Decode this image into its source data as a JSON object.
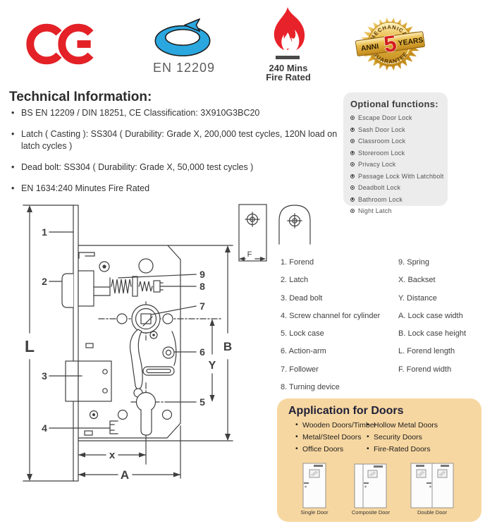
{
  "colors": {
    "accent_red": "#e32127",
    "accent_blue": "#2aa7df",
    "gold": "#d9a62e",
    "optional_box_bg": "#ececec",
    "application_box_bg": "#f7d7a1",
    "diagram_line": "#3f3f3f"
  },
  "certifications": {
    "ce_mark": "CE",
    "en_standard": "EN 12209",
    "fire_line1": "240 Mins",
    "fire_line2": "Fire Rated",
    "badge_top": "MECHANICAL",
    "badge_left": "ANNI",
    "badge_number": "5",
    "badge_right": "YEARS",
    "badge_bottom": "GUARANTEE"
  },
  "technical_info": {
    "title": "Technical Information:",
    "bullets": [
      "BS EN 12209 / DIN 18251, CE Classification: 3X910G3BC20",
      "Latch ( Casting ): SS304  ( Durability: Grade X, 200,000 test cycles, 120N load on latch cycles )",
      "Dead bolt: SS304   ( Durability: Grade X, 50,000 test cycles )",
      "EN 1634:240 Minutes Fire Rated"
    ]
  },
  "optional_functions": {
    "title": "Optional functions:",
    "items": [
      "Escape Door Lock",
      "Sash Door Lock",
      "Classroom Lock",
      "Storeroom Lock",
      "Privacy Lock",
      "Passage Lock With Latchbolt",
      "Deadbolt Lock",
      "Bathroom Lock",
      "Night Latch"
    ]
  },
  "diagram": {
    "callouts": {
      "n1": "1",
      "n2": "2",
      "n3": "3",
      "n4": "4",
      "n5": "5",
      "n6": "6",
      "n7": "7",
      "n8": "8",
      "n9": "9"
    },
    "dims": {
      "L": "L",
      "B": "B",
      "Y": "Y",
      "x": "x",
      "A": "A",
      "F": "F"
    }
  },
  "legend": {
    "left": [
      "1. Forend",
      "2. Latch",
      "3. Dead bolt",
      "4. Screw channel for cylinder",
      "5. Lock case",
      "6. Action-arm",
      "7. Follower",
      "8. Turning device"
    ],
    "right": [
      "9. Spring",
      "X. Backset",
      "Y. Distance",
      "A. Lock case width",
      "B. Lock case height",
      "L. Forend length",
      "F. Forend width"
    ]
  },
  "application": {
    "title": "Application for Doors",
    "items_left": [
      "Wooden Doors/Timber",
      "Metal/Steel Doors",
      "Office Doors"
    ],
    "items_right": [
      "Hollow Metal Doors",
      "Security Doors",
      "Fire-Rated Doors"
    ],
    "door_labels": [
      "Single Door",
      "Composite Door",
      "Double Door"
    ]
  }
}
